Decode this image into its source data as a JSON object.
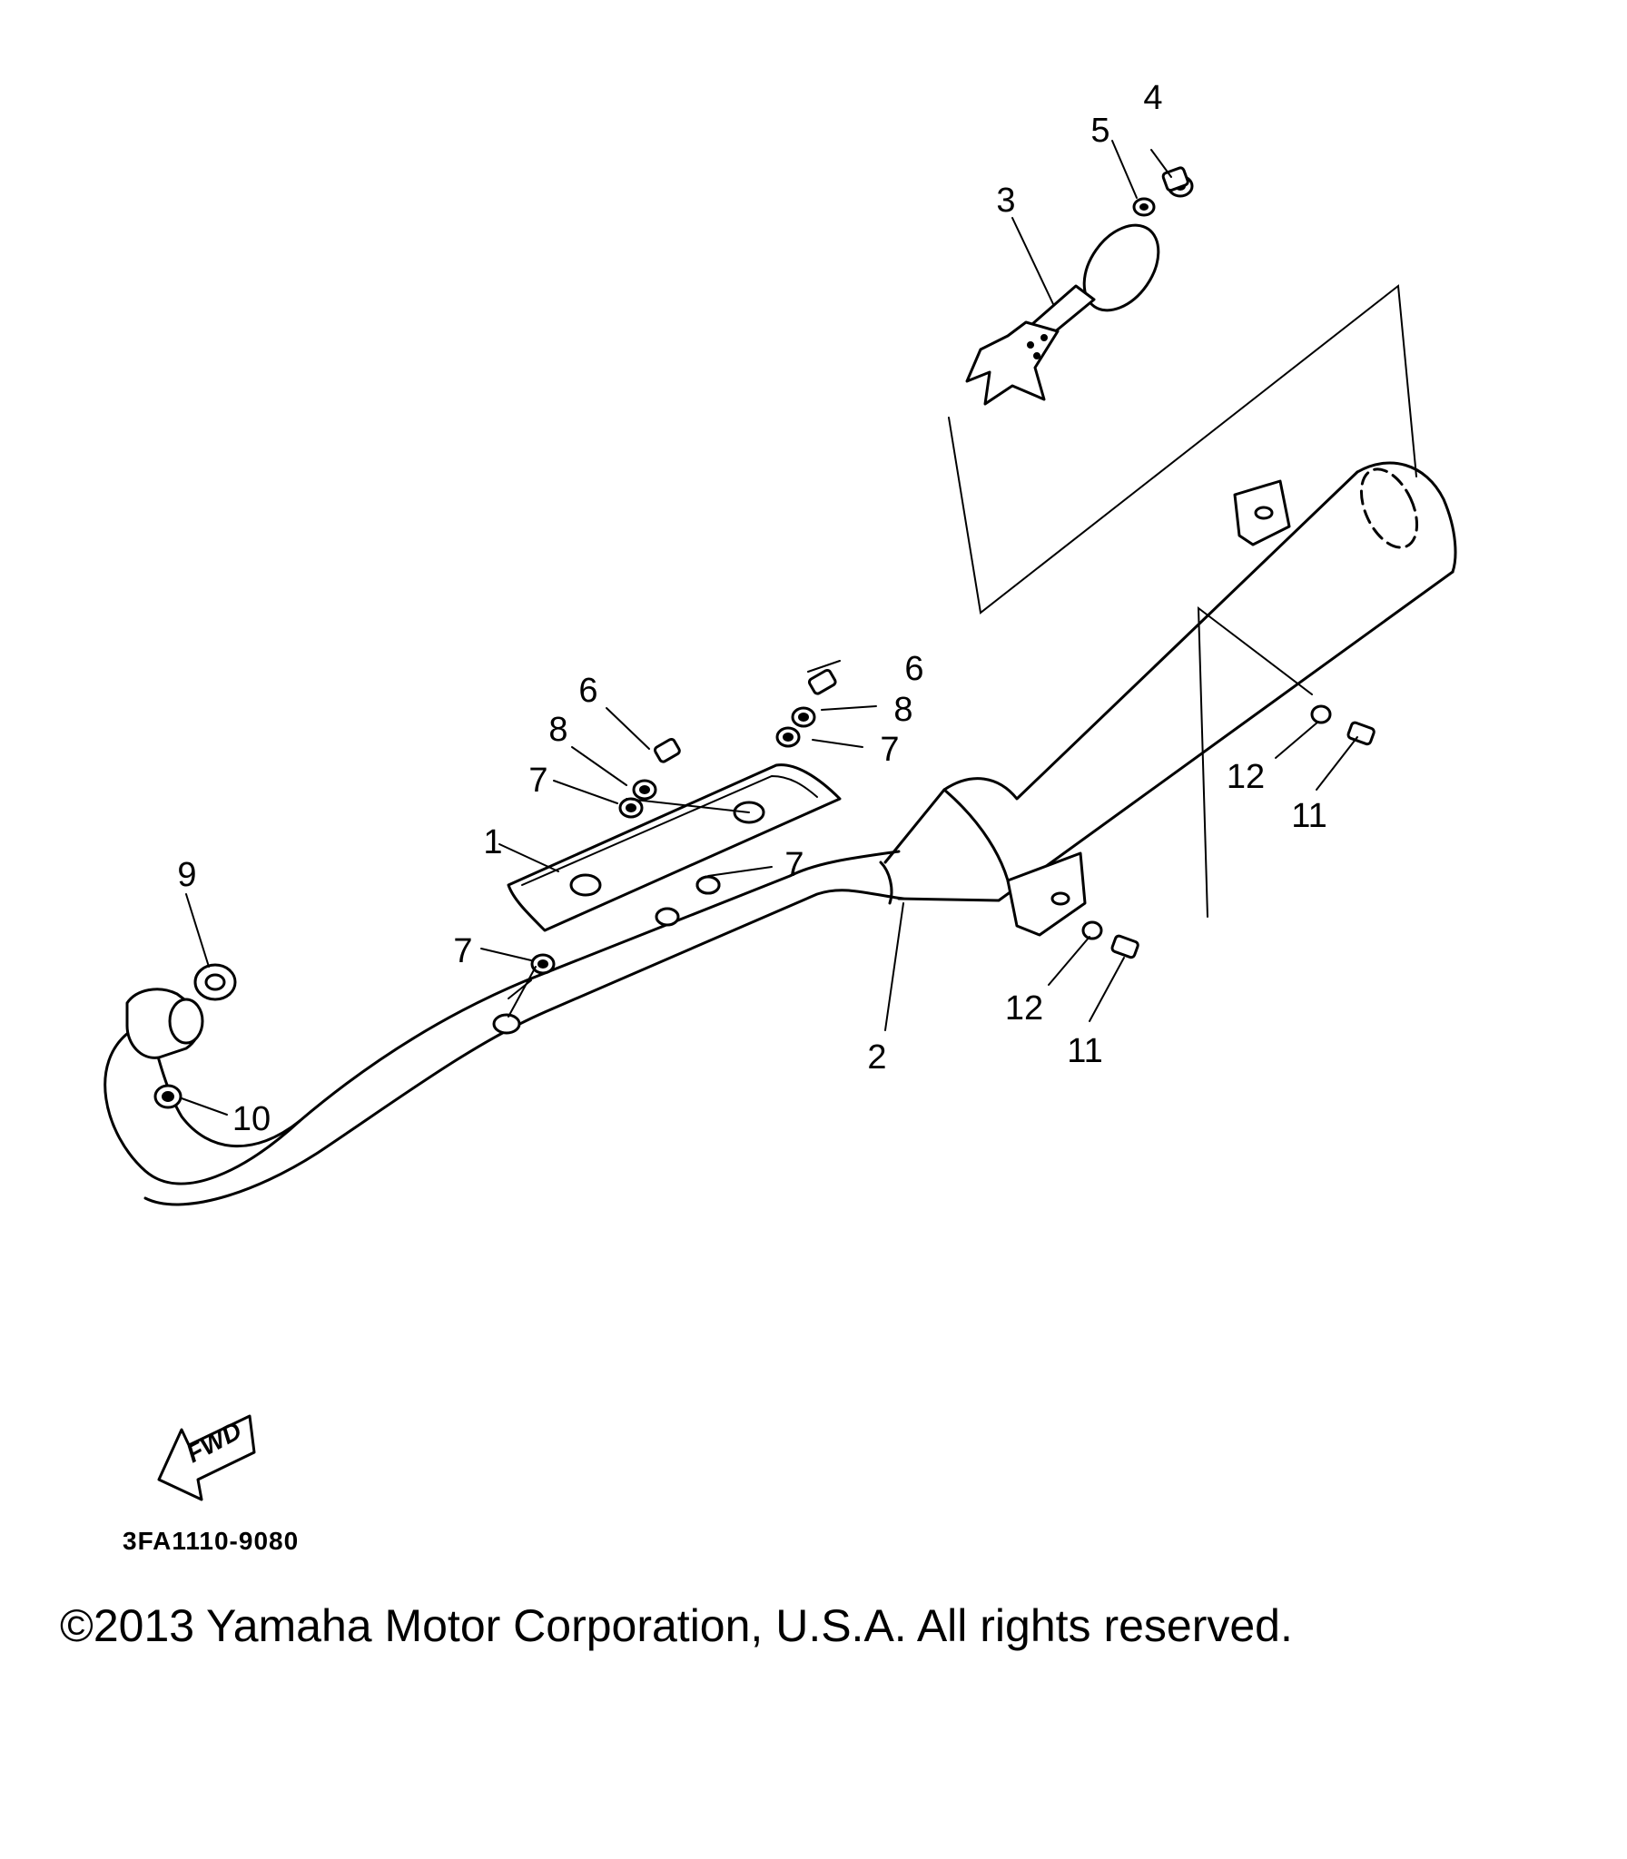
{
  "diagram": {
    "figure_code": "3FA1110-9080",
    "fwd_label": "FWD",
    "callouts": [
      {
        "id": "c1",
        "label": "1"
      },
      {
        "id": "c2",
        "label": "2"
      },
      {
        "id": "c3",
        "label": "3"
      },
      {
        "id": "c4",
        "label": "4"
      },
      {
        "id": "c5",
        "label": "5"
      },
      {
        "id": "c6a",
        "label": "6"
      },
      {
        "id": "c6b",
        "label": "6"
      },
      {
        "id": "c7a",
        "label": "7"
      },
      {
        "id": "c7b",
        "label": "7"
      },
      {
        "id": "c7c",
        "label": "7"
      },
      {
        "id": "c7d",
        "label": "7"
      },
      {
        "id": "c8a",
        "label": "8"
      },
      {
        "id": "c8b",
        "label": "8"
      },
      {
        "id": "c9",
        "label": "9"
      },
      {
        "id": "c10",
        "label": "10"
      },
      {
        "id": "c11a",
        "label": "11"
      },
      {
        "id": "c11b",
        "label": "11"
      },
      {
        "id": "c12a",
        "label": "12"
      },
      {
        "id": "c12b",
        "label": "12"
      }
    ]
  },
  "copyright": "©2013 Yamaha Motor Corporation, U.S.A. All rights reserved."
}
